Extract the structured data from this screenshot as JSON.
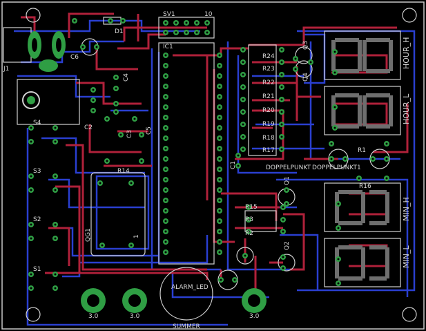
{
  "colors": {
    "background": "#000000",
    "top_copper": "#b0213a",
    "bottom_copper": "#2a3fd0",
    "pad": "#2f9e44",
    "silkscreen": "#d0d0d0",
    "outline": "#c8c8c8"
  },
  "labels": {
    "sv1": "SV1",
    "sv1_pin": "10",
    "d1": "D1",
    "ic1": "IC1",
    "j1": "J1",
    "c6": "C6",
    "c4": "C4",
    "c2": "C2",
    "c3": "C3",
    "c5": "C5",
    "c1": "C1",
    "s4": "S4",
    "s3": "S3",
    "s2": "S2",
    "s1": "S1",
    "r14": "R14",
    "r15": "R15",
    "r16": "R16",
    "r1": "R1",
    "r2": "R2",
    "r3": "R3",
    "r17": "R17",
    "r18": "R18",
    "r19": "R19",
    "r20": "R20",
    "r21": "R21",
    "r22": "R22",
    "r23": "R23",
    "r24": "R24",
    "q1": "Q1",
    "q2": "Q2",
    "q3": "Q3",
    "q4": "Q4",
    "qg1": "QG1",
    "qg1_pin": "1",
    "doppelpunkt": "DOPPELPUNKT",
    "doppelpunkt1": "DOPPELPUNKT1",
    "hour_h": "HOUR_H",
    "hour_l": "HOUR_L",
    "min_h": "MIN_H",
    "min_l": "MIN_L",
    "alarm_led": "ALARM_LED",
    "summer": "SUMMER",
    "hole1": "3.0",
    "hole2": "3.0",
    "hole3": "3.0"
  }
}
